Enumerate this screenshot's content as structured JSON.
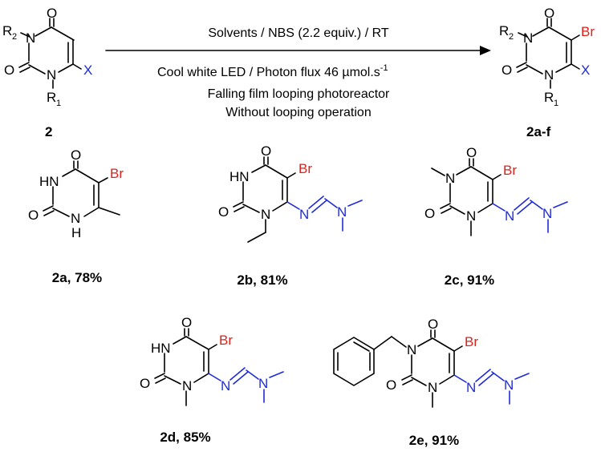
{
  "scheme": {
    "conditions": [
      "Solvents / NBS (2.2 equiv.) / RT",
      "Cool white LED / Photon flux 46 µmol.s",
      "Falling film looping photoreactor",
      "Without looping operation"
    ],
    "flux_superscript": "-1",
    "reactant_label": "2",
    "product_label": "2a-f"
  },
  "atoms": {
    "O": "O",
    "N": "N",
    "HN": "HN",
    "H": "H",
    "Br": "Br",
    "X": "X",
    "R": "R",
    "sub1": "1",
    "sub2": "2"
  },
  "compounds": [
    {
      "label": "2a, 78%"
    },
    {
      "label": "2b, 81%"
    },
    {
      "label": "2c, 91%"
    },
    {
      "label": "2d, 85%"
    },
    {
      "label": "2e, 91%"
    }
  ],
  "colors": {
    "heteroatom_blue": "#1f2bd6",
    "bromine_red": "#e0201b",
    "text": "#000000"
  }
}
